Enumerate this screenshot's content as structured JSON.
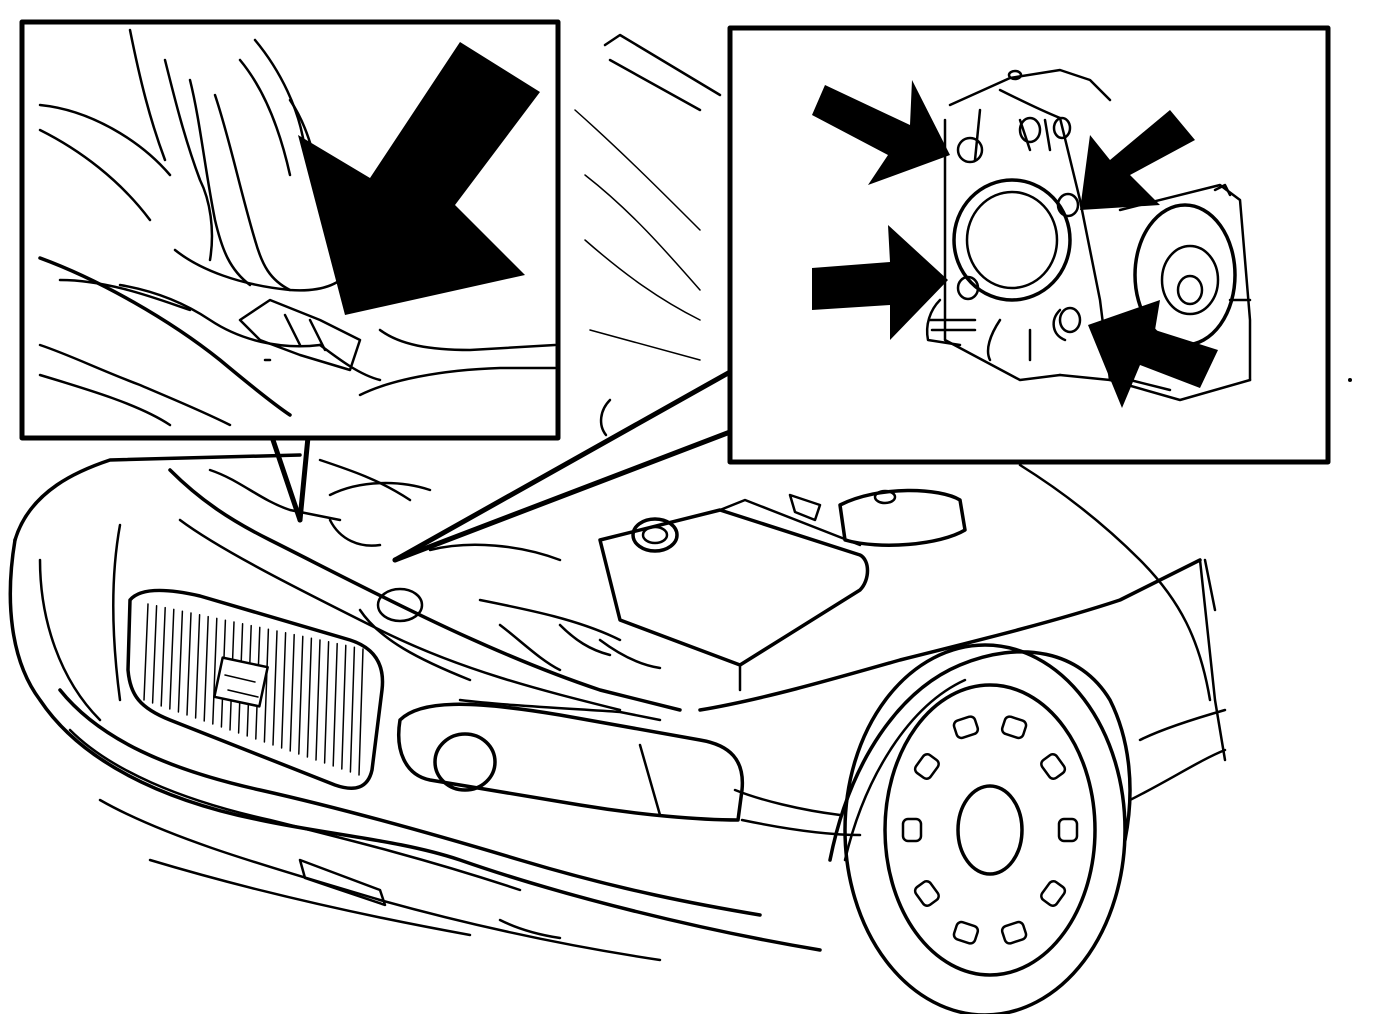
{
  "figure": {
    "subject": "car-front-engine-bay",
    "colors": {
      "line": "#000000",
      "background": "#ffffff"
    },
    "callouts": [
      {
        "id": "left-inset",
        "shows": "connector-detail",
        "arrows": 1
      },
      {
        "id": "right-inset",
        "shows": "mount-detail",
        "arrows": 4
      }
    ]
  }
}
